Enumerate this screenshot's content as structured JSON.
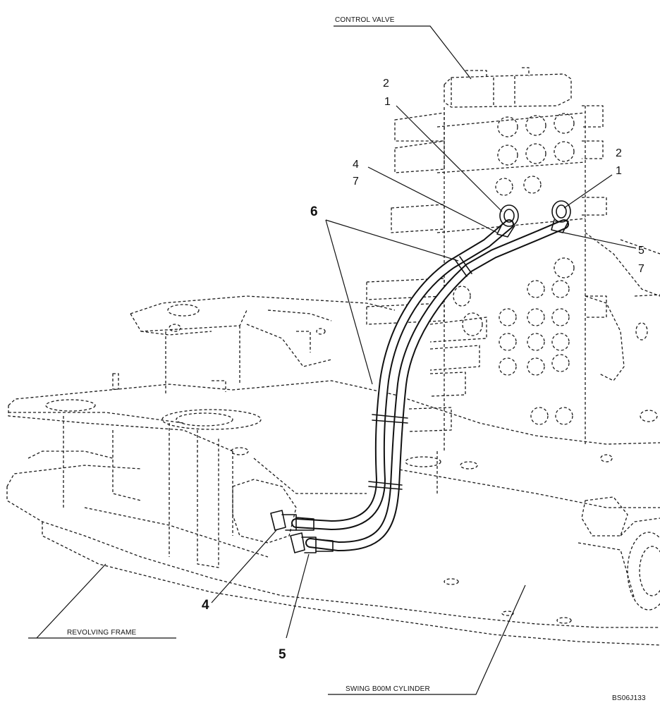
{
  "captions": {
    "control_valve": "CONTROL VALVE",
    "revolving_frame": "REVOLVING FRAME",
    "swing_boom_cylinder": "SWING B00M CYLINDER",
    "figure_id": "BS06J133"
  },
  "callouts": {
    "upper_left_2": "2",
    "upper_left_1": "1",
    "left_4": "4",
    "left_7": "7",
    "right_2": "2",
    "right_1": "1",
    "right_5": "5",
    "right_7": "7",
    "bold_6": "6",
    "bold_4": "4",
    "bold_5": "5"
  }
}
